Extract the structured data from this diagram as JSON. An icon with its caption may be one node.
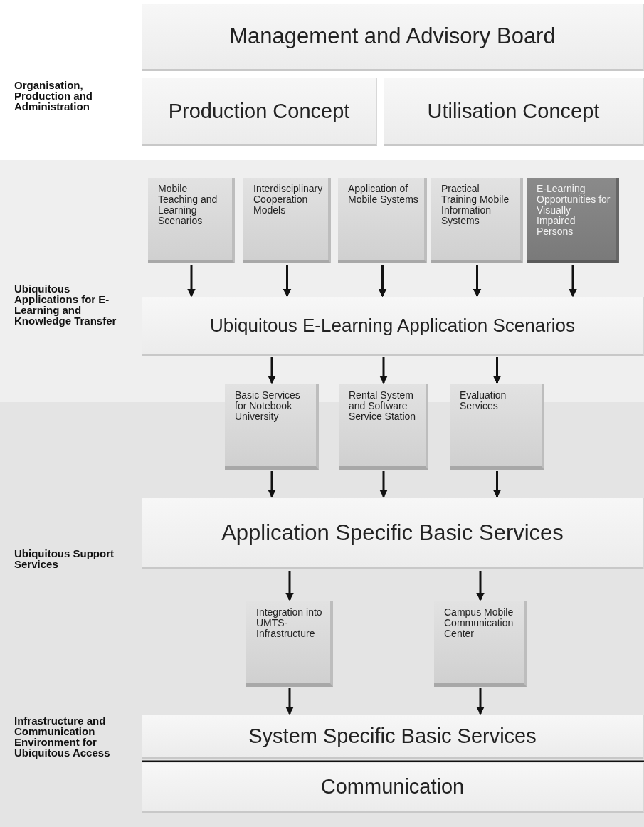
{
  "diagram": {
    "nodes": [
      {
        "text": [
          "Management and Advisory Board"
        ]
      },
      {
        "text": [
          "Production Concept"
        ]
      },
      {
        "text": [
          "Utilisation Concept"
        ]
      },
      {
        "text": [
          "Mobile Teaching and Learning Scenarios"
        ]
      },
      {
        "text": [
          "Interdisciplinary Cooperation Models"
        ]
      },
      {
        "text": [
          "Application of Mobile Systems"
        ]
      },
      {
        "text": [
          "Practical Training Mobile Information Systems"
        ]
      },
      {
        "text": [
          "E-Learning Opportunities for Visually Impaired Persons"
        ]
      },
      {
        "text": [
          "Ubiquitous E-Learning Application Scenarios"
        ]
      },
      {
        "text": [
          "Basic Services for Notebook University"
        ]
      },
      {
        "text": [
          "Rental System and Software Service Station"
        ]
      },
      {
        "text": [
          "Evaluation Services"
        ]
      },
      {
        "text": [
          "Application Specific Basic Services"
        ]
      },
      {
        "text": [
          "Integration into UMTS-Infrastructure"
        ]
      },
      {
        "text": [
          "Campus Mobile Communication Center"
        ]
      },
      {
        "text": [
          "System Specific Basic Services"
        ]
      },
      {
        "text": [
          "Communication"
        ]
      }
    ],
    "edges": [
      {
        "from": 3,
        "to": 8,
        "arrow": "to"
      },
      {
        "from": 4,
        "to": 8,
        "arrow": "to"
      },
      {
        "from": 5,
        "to": 8,
        "arrow": "to"
      },
      {
        "from": 6,
        "to": 8,
        "arrow": "to"
      },
      {
        "from": 7,
        "to": 8,
        "arrow": "to"
      },
      {
        "from": 8,
        "to": 9,
        "arrow": "to"
      },
      {
        "from": 8,
        "to": 10,
        "arrow": "to"
      },
      {
        "from": 8,
        "to": 11,
        "arrow": "to"
      },
      {
        "from": 9,
        "to": 12,
        "arrow": "to"
      },
      {
        "from": 10,
        "to": 12,
        "arrow": "to"
      },
      {
        "from": 11,
        "to": 12,
        "arrow": "to"
      },
      {
        "from": 12,
        "to": 13,
        "arrow": "to"
      },
      {
        "from": 12,
        "to": 14,
        "arrow": "to"
      },
      {
        "from": 13,
        "to": 15,
        "arrow": "to"
      },
      {
        "from": 14,
        "to": 15,
        "arrow": "to"
      }
    ],
    "labels": [
      "Organisation, Production and Administration",
      "Ubiquitous Applications for E-Learning and Knowledge Transfer",
      "Ubiquitous Support Services",
      "Infrastructure and Communication Environment for Ubiquitous Access"
    ]
  }
}
